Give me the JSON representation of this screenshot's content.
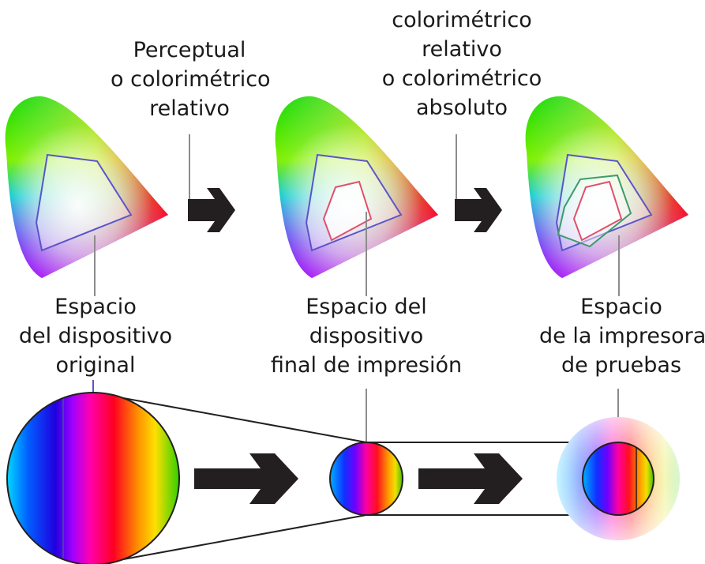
{
  "intent_labels": {
    "first": [
      "Perceptual",
      "o colorimétrico",
      "relativo"
    ],
    "second": [
      "colorimétrico",
      "relativo",
      "o colorimétrico",
      "absoluto"
    ]
  },
  "space_labels": {
    "original": [
      "Espacio",
      "del dispositivo",
      "original"
    ],
    "final": [
      "Espacio del",
      "dispositivo",
      "final de impresión"
    ],
    "proof": [
      "Espacio",
      "de la impresora",
      "de pruebas"
    ]
  },
  "colors": {
    "text": "#1a1a1a",
    "arrow": "#231f20",
    "device_gamut": "#5a55c8",
    "print_gamut": "#e0506a",
    "proof_gamut": "#3f9a6a",
    "leader_line": "#8c8c8c"
  }
}
